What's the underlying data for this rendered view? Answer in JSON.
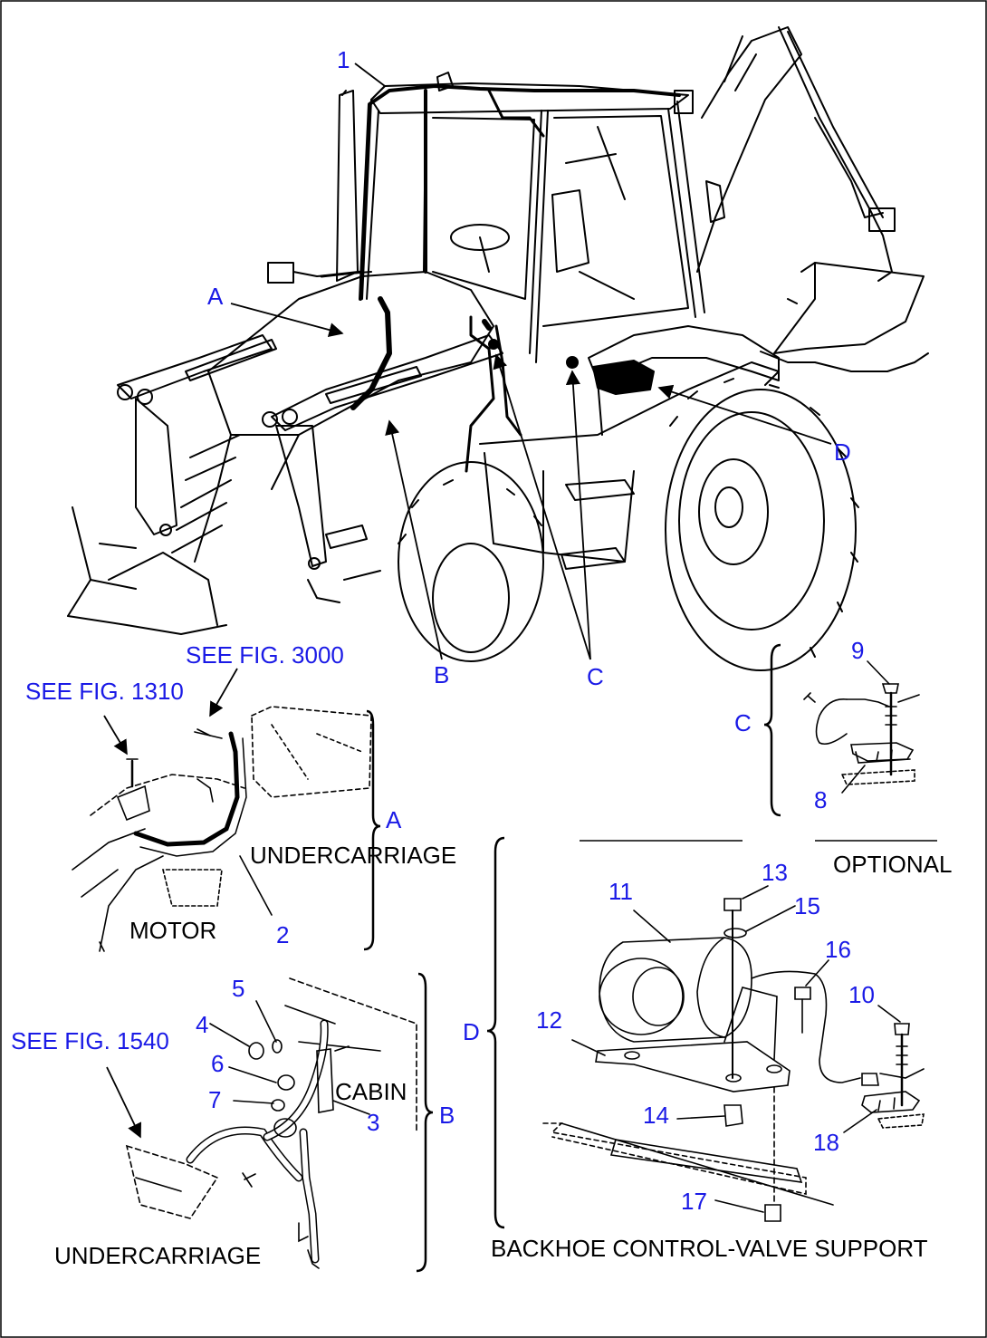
{
  "colors": {
    "ref": "#1a1ae6",
    "line": "#000000"
  },
  "callouts": {
    "n1": "1",
    "n2": "2",
    "n3": "3",
    "n4": "4",
    "n5": "5",
    "n6": "6",
    "n7": "7",
    "n8": "8",
    "n9": "9",
    "n10": "10",
    "n11": "11",
    "n12": "12",
    "n13": "13",
    "n14": "14",
    "n15": "15",
    "n16": "16",
    "n17": "17",
    "n18": "18"
  },
  "views": {
    "a_main": "A",
    "b_main": "B",
    "c_main": "C",
    "d_main": "D",
    "a_detail": "A",
    "b_detail": "B",
    "c_detail": "C",
    "d_detail": "D"
  },
  "figure_refs": {
    "fig3000": "SEE FIG. 3000",
    "fig1310": "SEE FIG. 1310",
    "fig1540": "SEE FIG. 1540"
  },
  "captions": {
    "undercarriage_a": "UNDERCARRIAGE",
    "motor": "MOTOR",
    "cabin": "CABIN",
    "undercarriage_b": "UNDERCARRIAGE",
    "optional": "OPTIONAL",
    "backhoe_support": "BACKHOE CONTROL-VALVE SUPPORT"
  }
}
